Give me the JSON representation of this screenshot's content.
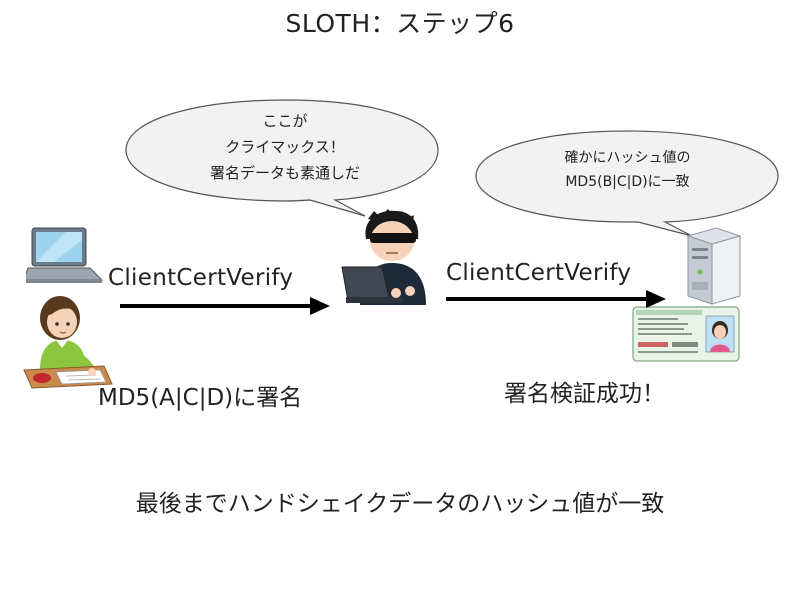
{
  "title": "SLOTH：ステップ6",
  "left_bubble": {
    "lines": [
      "ここが",
      "クライマックス！",
      "署名データも素通しだ"
    ]
  },
  "right_bubble": {
    "lines": [
      "確かにハッシュ値の",
      "MD5(B|C|D)に一致"
    ]
  },
  "arrow_left": {
    "label": "ClientCertVerify"
  },
  "arrow_right": {
    "label": "ClientCertVerify"
  },
  "client_caption": "MD5(A|C|D)に署名",
  "server_caption": "署名検証成功！",
  "bottom_text": "最後までハンドシェイクデータのハッシュ値が一致",
  "icons": {
    "client": [
      "laptop-icon",
      "woman-signing-icon"
    ],
    "attacker": "hacker-icon",
    "server": [
      "server-icon",
      "id-card-icon"
    ]
  },
  "colors": {
    "bubble_fill": "#f2f2f2",
    "bubble_stroke": "#555555",
    "arrow": "#000000",
    "hacker_body": "#1e2a38",
    "skin": "#f6d3b8",
    "hair_brown": "#5a3a1e",
    "sweater_green": "#8cc63f"
  }
}
